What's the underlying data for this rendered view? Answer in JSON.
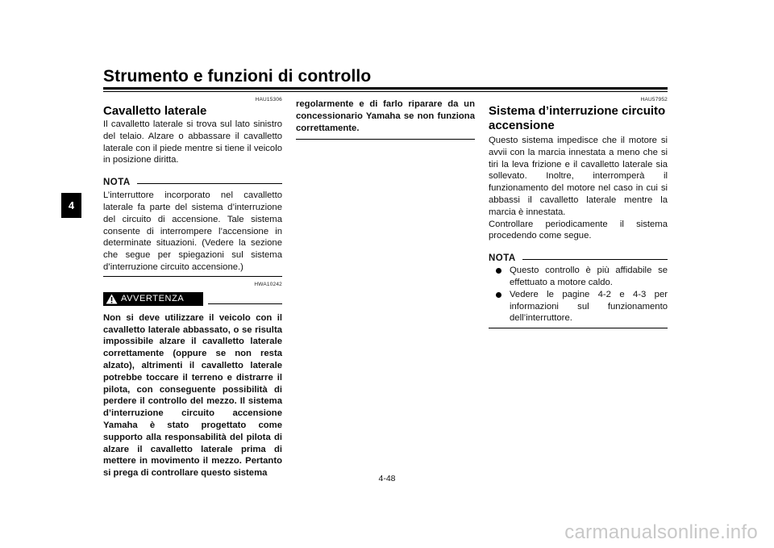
{
  "header": {
    "title": "Strumento e funzioni di controllo"
  },
  "chapter_tab": "4",
  "col1": {
    "code": "HAU15306",
    "heading": "Cavalletto laterale",
    "para": "Il cavalletto laterale si trova sul lato sinistro del telaio. Alzare o abbassare il cavalletto laterale con il piede mentre si tiene il veicolo in posizione diritta.",
    "nota_label": "NOTA",
    "nota_text": "L’interruttore incorporato nel cavalletto laterale fa parte del sistema d’interruzione del circuito di accensione. Tale sistema consente di interrompere l’accensione in determinate situazioni. (Vedere la sezione che segue per spiegazioni sul sistema d’interruzione circuito accensione.)",
    "warning_code": "HWA10242",
    "warning_label": "AVVERTENZA",
    "warning_text": "Non si deve utilizzare il veicolo con il cavalletto laterale abbassato, o se risulta impossibile alzare il cavalletto laterale correttamente (oppure se non resta alzato), altrimenti il cavalletto laterale potrebbe toccare il terreno e distrarre il pilota, con conseguente possibilità di perdere il controllo del mezzo. Il sistema d’interruzione circuito accensione Yamaha è stato progettato come supporto alla responsabilità del pilota di alzare il cavalletto laterale prima di mettere in movimento il mezzo. Pertanto si prega di controllare questo sistema"
  },
  "col2": {
    "warning_cont": "regolarmente e di farlo riparare da un concessionario Yamaha se non funziona correttamente."
  },
  "col3": {
    "code": "HAU57952",
    "heading": "Sistema d’interruzione circuito accensione",
    "para1": "Questo sistema impedisce che il motore si avvii con la marcia innestata a meno che si tiri la leva frizione e il cavalletto laterale sia sollevato. Inoltre, interromperà il funzionamento del motore nel caso in cui si abbassi il cavalletto laterale mentre la marcia è innestata.",
    "para2": "Controllare periodicamente il sistema procedendo come segue.",
    "nota_label": "NOTA",
    "bullets": [
      "Questo controllo è più affidabile se effettuato a motore caldo.",
      "Vedere le pagine 4-2 e 4-3 per informazioni sul funzionamento dell’interruttore."
    ]
  },
  "page_number": "4-48",
  "watermark": "carmanualsonline.info"
}
